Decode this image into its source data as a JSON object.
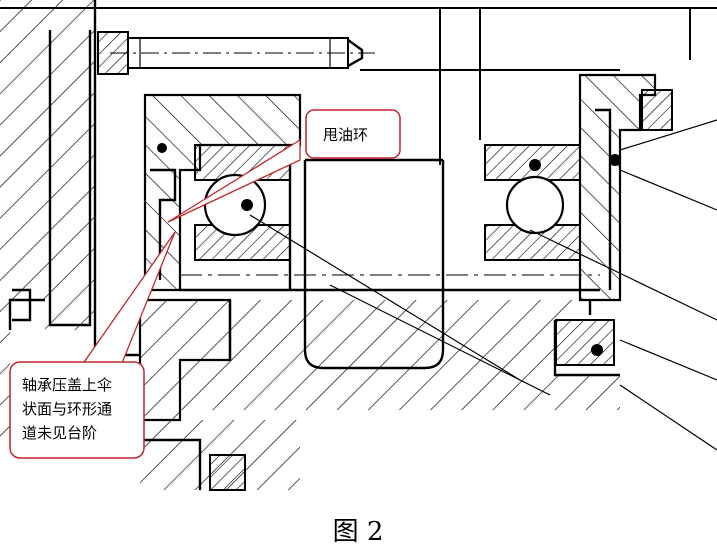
{
  "annotations": {
    "oil_ring_label": "甩油环",
    "bearing_cover_label_line1": "轴承压盖上伞",
    "bearing_cover_label_line2": "状面与环形通",
    "bearing_cover_label_line3": "道未见台阶"
  },
  "caption": "图 2",
  "colors": {
    "line": "#000000",
    "callout_border": "#c0272d",
    "background": "#ffffff"
  }
}
